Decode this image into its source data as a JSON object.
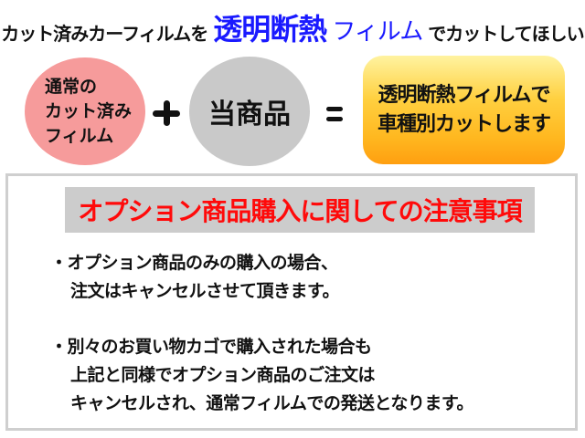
{
  "header": {
    "title_prefix": "カット済みカーフィルムを",
    "title_highlight_big": "透明断熱",
    "title_highlight_mid": "フィルム",
    "title_suffix": "でカットしてほしい",
    "highlight_color": "#1a1aff"
  },
  "equation": {
    "circle_left": {
      "lines": [
        "通常の",
        "カット済み",
        "フィルム"
      ],
      "color": "#f69b9b"
    },
    "plus_symbol": "+",
    "circle_middle": {
      "label": "当商品",
      "color": "#c9c9c9"
    },
    "equals_symbol": "=",
    "result_box": {
      "lines": [
        "透明断熱フィルムで",
        "車種別カットします"
      ],
      "gradient_top": "#fff3a0",
      "gradient_bottom": "#ff9f10"
    }
  },
  "notice": {
    "banner_title": "オプション商品購入に関しての注意事項",
    "banner_text_color": "#ff0a0a",
    "banner_bg_color": "#cccccc",
    "items": [
      {
        "lines": [
          "・オプション商品のみの購入の場合、",
          "注文はキャンセルさせて頂きます。"
        ]
      },
      {
        "lines": [
          "・別々のお買い物カゴで購入された場合も",
          "上記と同様でオプション商品のご注文は",
          "キャンセルされ、通常フィルムでの発送となります。"
        ]
      }
    ]
  }
}
